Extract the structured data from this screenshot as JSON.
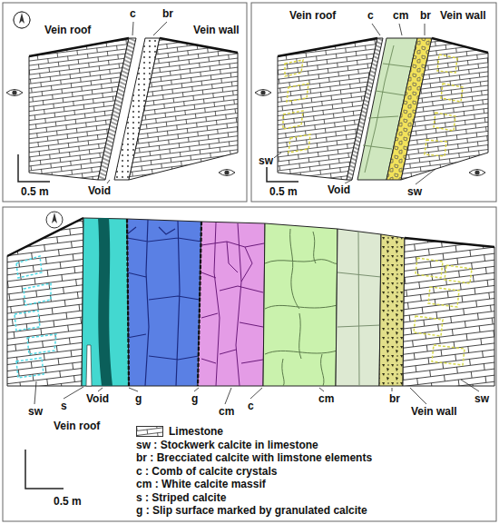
{
  "diagram": {
    "labels": [
      "Vein roof",
      "c",
      "br",
      "Vein wall",
      "Void",
      "0.5 m",
      "Vein roof",
      "c",
      "cm",
      "br",
      "Vein wall",
      "sw",
      "Void",
      "sw",
      "0.5 m",
      "sw",
      "s",
      "Void",
      "g",
      "g",
      "cm",
      "c",
      "cm",
      "br",
      "Vein wall",
      "sw",
      "Vein roof",
      "0.5 m"
    ],
    "legend": [
      {
        "text": "Limestone"
      },
      {
        "text": "sw : Stockwerk calcite in limestone"
      },
      {
        "text": "br : Brecciated calcite with limstone elements"
      },
      {
        "text": "c : Comb of calcite crystals"
      },
      {
        "text": "cm : White calcite massif"
      },
      {
        "text": "s : Striped calcite"
      },
      {
        "text": "g : Slip surface marked by granulated calcite"
      }
    ]
  }
}
